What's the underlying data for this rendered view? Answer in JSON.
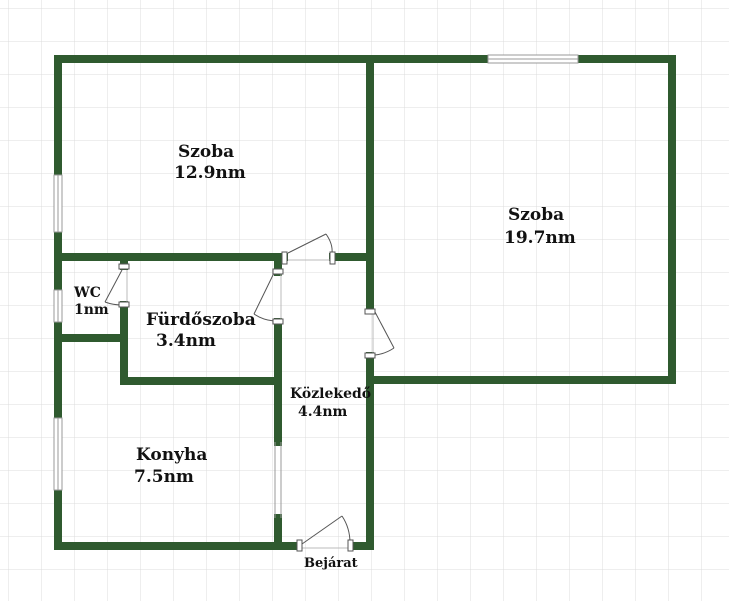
{
  "plan": {
    "wall_color": "#2f5a2f",
    "rooms": [
      {
        "name": "Szoba",
        "area": "12.9nm"
      },
      {
        "name": "Szoba",
        "area": "19.7nm"
      },
      {
        "name": "WC",
        "area": "1nm"
      },
      {
        "name": "Fürdőszoba",
        "area": "3.4nm"
      },
      {
        "name": "Közlekedő",
        "area": "4.4nm"
      },
      {
        "name": "Konyha",
        "area": "7.5nm"
      }
    ],
    "entrance_label": "Bejárat"
  }
}
